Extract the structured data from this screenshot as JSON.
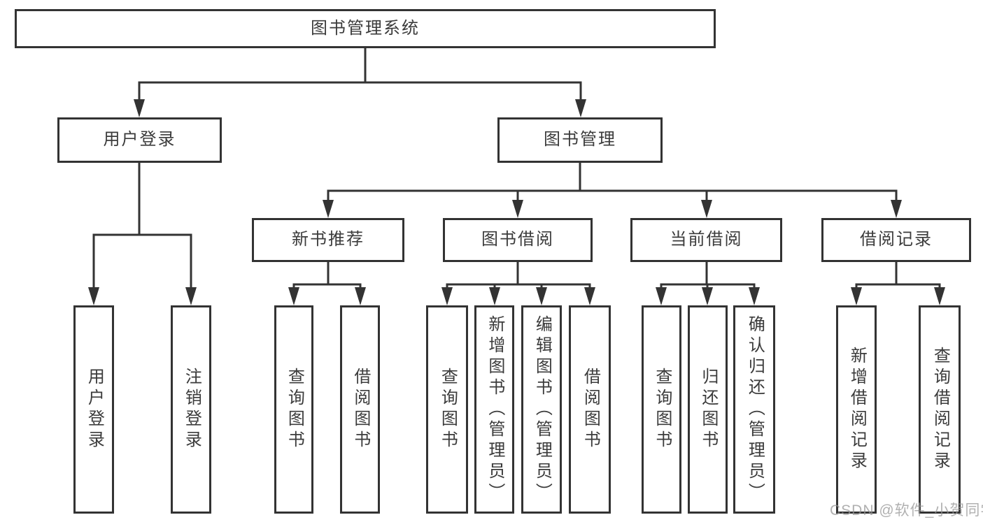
{
  "tree": {
    "root": {
      "label": "图书管理系统"
    },
    "branches": [
      {
        "label": "用户登录",
        "children": [
          {
            "label": "用户登录"
          },
          {
            "label": "注销登录"
          }
        ]
      },
      {
        "label": "图书管理",
        "children": [
          {
            "label": "新书推荐",
            "children": [
              {
                "label": "查询图书"
              },
              {
                "label": "借阅图书"
              }
            ]
          },
          {
            "label": "图书借阅",
            "children": [
              {
                "label": "查询图书"
              },
              {
                "label": "新增图书（管理员）"
              },
              {
                "label": "编辑图书（管理员）"
              },
              {
                "label": "借阅图书"
              }
            ]
          },
          {
            "label": "当前借阅",
            "children": [
              {
                "label": "查询图书"
              },
              {
                "label": "归还图书"
              },
              {
                "label": "确认归还（管理员）"
              }
            ]
          },
          {
            "label": "借阅记录",
            "children": [
              {
                "label": "新增借阅记录"
              },
              {
                "label": "查询借阅记录"
              }
            ]
          }
        ]
      }
    ]
  },
  "watermark": {
    "text": "CSDN @软件_小贺同学"
  },
  "colors": {
    "line": "#333333",
    "box_border": "#333333",
    "box_background": "#ffffff",
    "text": "#3b3b3b",
    "watermark_text": "#969696"
  }
}
